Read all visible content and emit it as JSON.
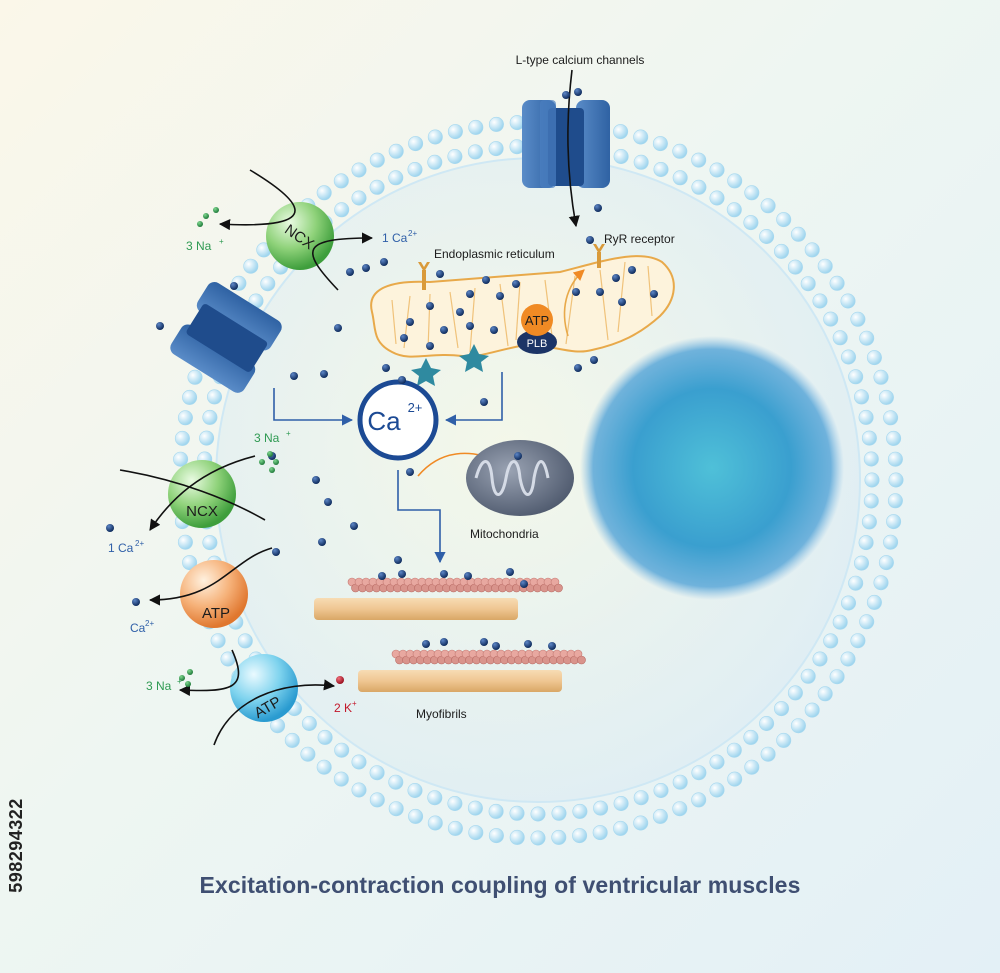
{
  "title": "Excitation-contraction coupling of ventricular muscles",
  "stock_id": "598294322",
  "labels": {
    "l_type": "L-type calcium channels",
    "ryr": "RyR receptor",
    "er": "Endoplasmic reticulum",
    "mitochondria": "Mitochondria",
    "myofibrils": "Myofibrils",
    "ca_center_main": "Ca",
    "ca_center_sup": "2+"
  },
  "transporters": {
    "ncx_top": {
      "name": "NCX",
      "na_label": "3 Na",
      "ca_label": "1 Ca",
      "na_sup": "+",
      "ca_sup": "2+"
    },
    "ncx_mid": {
      "name": "NCX",
      "na_label": "3 Na",
      "ca_label": "1 Ca",
      "na_sup": "+",
      "ca_sup": "2+"
    },
    "pmca": {
      "name": "ATP",
      "ca_label": "Ca",
      "ca_sup": "2+"
    },
    "nak": {
      "name": "ATP",
      "na_label": "3 Na",
      "k_label": "2 K",
      "na_sup": "+",
      "k_sup": "+"
    },
    "serca": {
      "atp": "ATP",
      "plb": "PLB"
    }
  },
  "colors": {
    "calcium": "#1b3f7a",
    "sodium": "#2e9a52",
    "potassium": "#c2182b",
    "arrow": "#2f5fa8",
    "membrane": "#bfe4f4",
    "title": "#3f4f72"
  }
}
